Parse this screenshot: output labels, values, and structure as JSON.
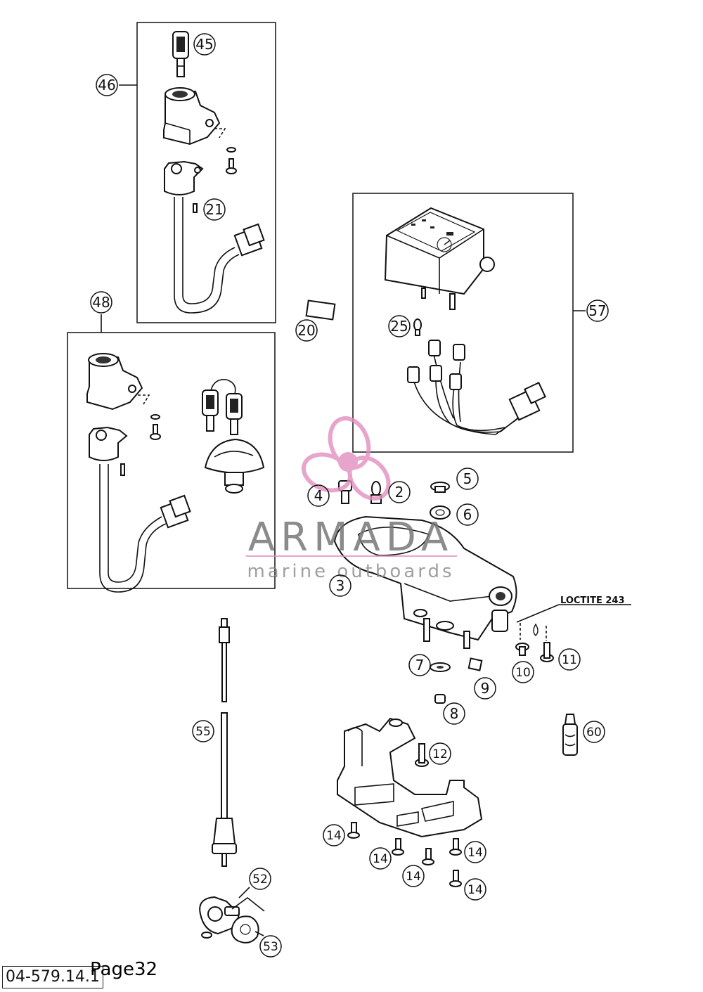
{
  "callouts": {
    "c45": "45",
    "c46": "46",
    "c21": "21",
    "c48": "48",
    "c20": "20",
    "c25": "25",
    "c57": "57",
    "c4": "4",
    "c2": "2",
    "c5": "5",
    "c6": "6",
    "c3": "3",
    "c7": "7",
    "c9": "9",
    "c10": "10",
    "c11": "11",
    "c8": "8",
    "c12": "12",
    "c60": "60",
    "c55": "55",
    "c14a": "14",
    "c14b": "14",
    "c14c": "14",
    "c14d": "14",
    "c14e": "14",
    "c52": "52",
    "c53": "53"
  },
  "annotation": {
    "loctite": "LOCTITE 243"
  },
  "watermark": {
    "brand": "ARMADA",
    "tagline": "marine outboards",
    "color": "#e38fbf"
  },
  "footer": {
    "code": "04-579.14.1",
    "page": "Page32"
  }
}
